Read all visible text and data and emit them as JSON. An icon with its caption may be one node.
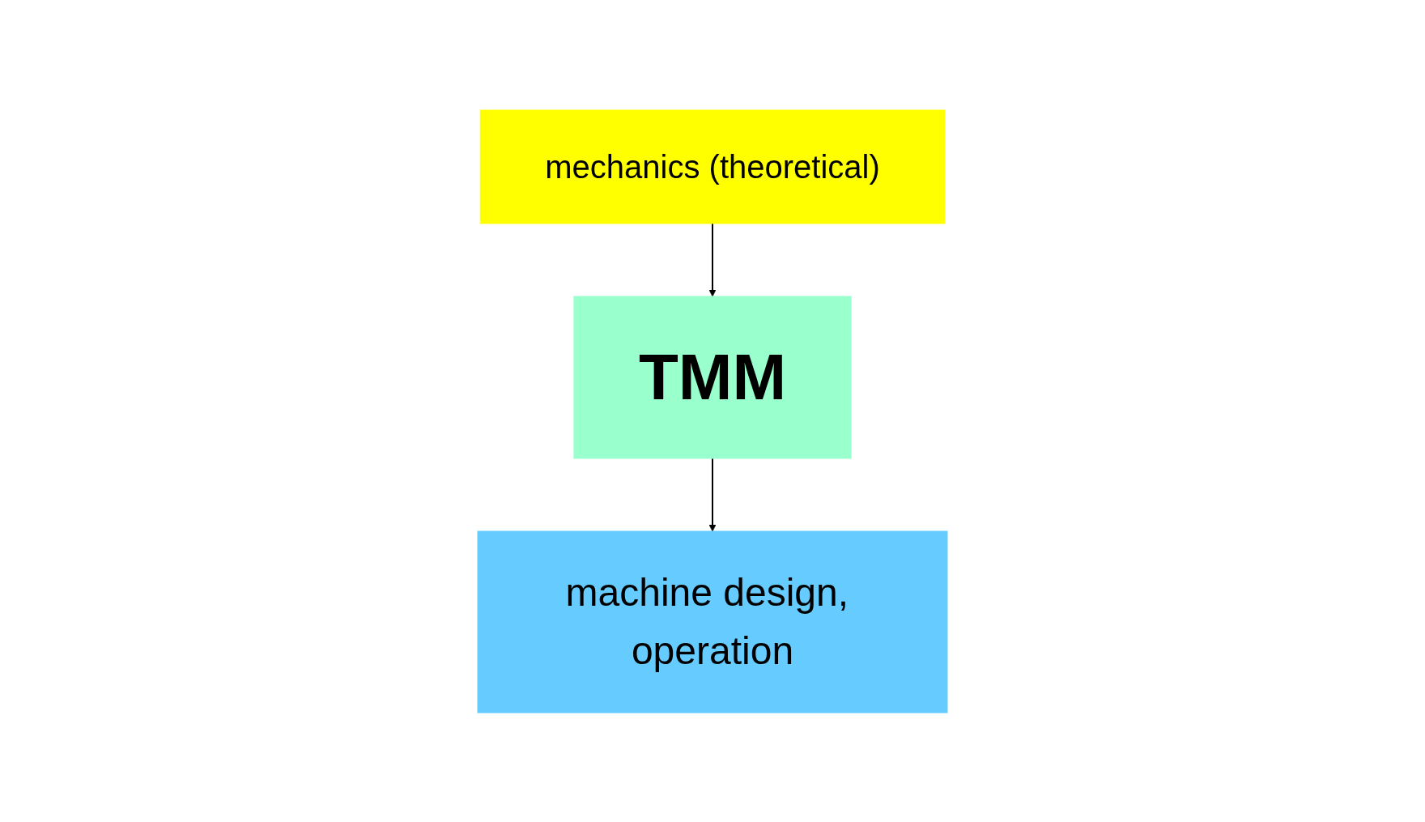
{
  "diagram": {
    "nodes": [
      {
        "text": [
          "mechanics (theoretical)"
        ]
      },
      {
        "text": [
          "TMM"
        ]
      },
      {
        "text": [
          "machine design, operation"
        ]
      }
    ],
    "edges": [
      {
        "from": 0,
        "to": 1,
        "arrow": "to"
      },
      {
        "from": 1,
        "to": 2,
        "arrow": "to"
      }
    ]
  }
}
